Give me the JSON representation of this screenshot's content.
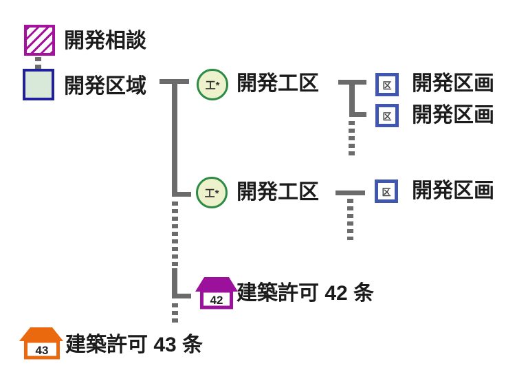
{
  "diagram": {
    "nodes": {
      "consultation": {
        "label": "開発相談"
      },
      "area": {
        "label": "開発区域"
      },
      "workzone1": {
        "label": "開発工区",
        "icon_text": "工*"
      },
      "workzone2": {
        "label": "開発工区",
        "icon_text": "工*"
      },
      "parcel1": {
        "label": "開発区画",
        "icon_text": "区"
      },
      "parcel2": {
        "label": "開発区画",
        "icon_text": "区"
      },
      "parcel3": {
        "label": "開発区画",
        "icon_text": "区"
      },
      "permit42": {
        "label": "建築許可 42 条",
        "icon_text": "42"
      },
      "permit43": {
        "label": "建築許可 43 条",
        "icon_text": "43"
      }
    },
    "colors": {
      "consultation_magenta": "#a2129c",
      "area_border_navy": "#20209a",
      "area_fill_mint": "#d9e9d9",
      "workzone_green_border": "#2e8b45",
      "workzone_fill": "#edf2cd",
      "parcel_blue_border": "#4156ae",
      "permit42_purple": "#9c119c",
      "permit43_orange": "#ea680e",
      "connector_gray": "#6b6b6b",
      "label_text": "#1b1b1b"
    }
  }
}
